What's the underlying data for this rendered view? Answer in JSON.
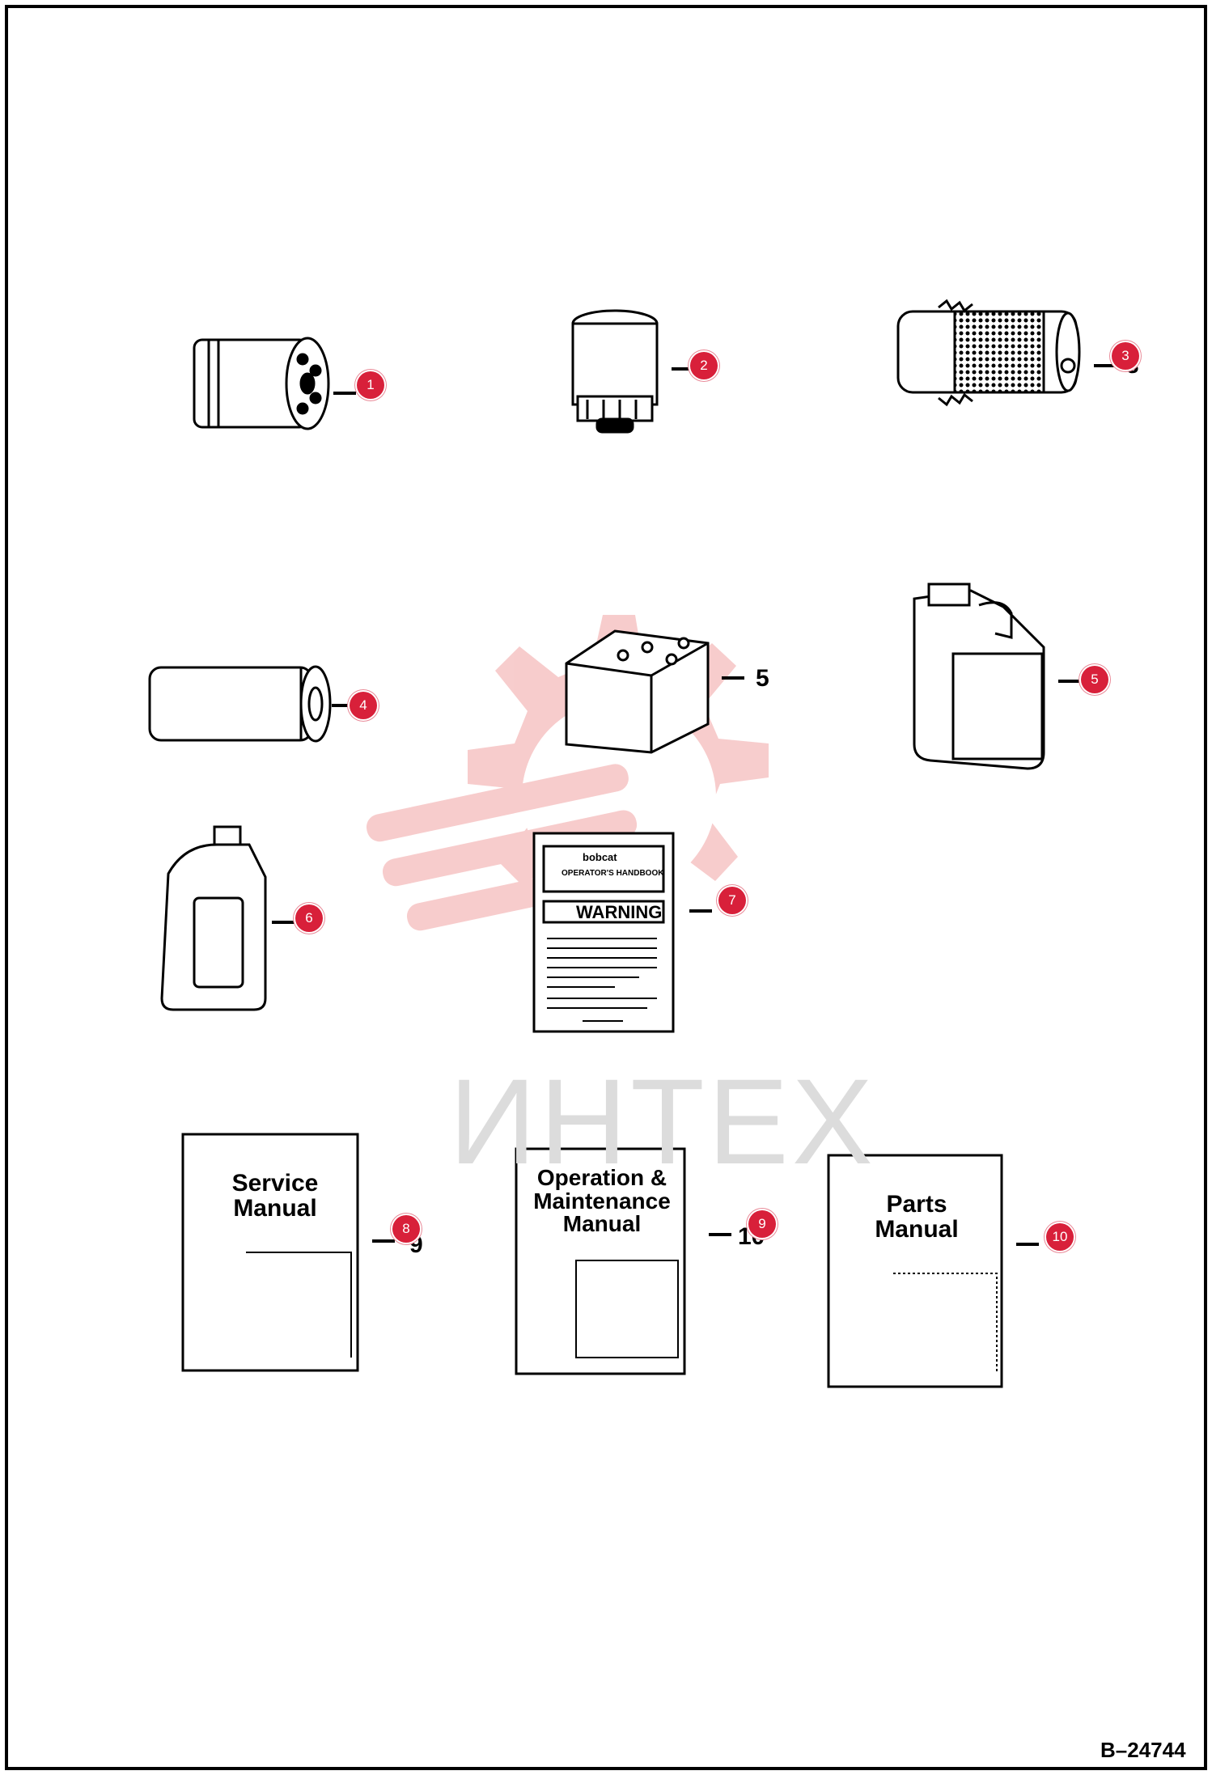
{
  "diagram_id": "B–24744",
  "watermark_text": "ИНТЕХ",
  "colors": {
    "callout": "#d8203a",
    "watermark": "#f2b8b8",
    "line": "#000000"
  },
  "callouts": [
    {
      "id": "1"
    },
    {
      "id": "2"
    },
    {
      "id": "3"
    },
    {
      "id": "4"
    },
    {
      "id": "5"
    },
    {
      "id": "6"
    },
    {
      "id": "7"
    },
    {
      "id": "8"
    },
    {
      "id": "9"
    },
    {
      "id": "10"
    }
  ],
  "printed_refs": {
    "battery": "5",
    "ref3": "3",
    "ref9": "9",
    "ref10": "10"
  },
  "manuals": {
    "service": "Service\nManual",
    "operation": "Operation &\nMaintenance\nManual",
    "parts": "Parts\nManual"
  },
  "handbook": {
    "brand": "bobcat",
    "title": "OPERATOR'S HANDBOOK",
    "warning": "WARNING"
  }
}
